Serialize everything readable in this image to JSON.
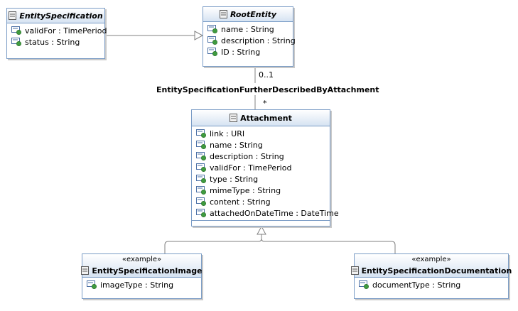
{
  "classes": {
    "entity_specification": {
      "name": "EntitySpecification",
      "attributes": [
        "validFor : TimePeriod",
        "status : String"
      ]
    },
    "root_entity": {
      "name": "RootEntity",
      "attributes": [
        "name : String",
        "description : String",
        "ID : String"
      ]
    },
    "attachment": {
      "name": "Attachment",
      "attributes": [
        "link : URI",
        "name : String",
        "description : String",
        "validFor : TimePeriod",
        "type : String",
        "mimeType : String",
        "content : String",
        "attachedOnDateTime : DateTime"
      ]
    },
    "entity_specification_image": {
      "stereotype": "«example»",
      "name": "EntitySpecificationImage",
      "attributes": [
        "imageType : String"
      ]
    },
    "entity_specification_documentation": {
      "stereotype": "«example»",
      "name": "EntitySpecificationDocumentation",
      "attributes": [
        "documentType : String"
      ]
    }
  },
  "association": {
    "name": "EntitySpecificationFurtherDescribedByAttachment",
    "source_multiplicity": "0..1",
    "target_multiplicity": "*"
  },
  "colors": {
    "border": "#7a9cc6",
    "header_gradient_end": "#d6e3f2",
    "attr_icon_green": "#3f9b3f",
    "line": "#808080"
  },
  "icons": {
    "class": "class-icon",
    "attribute": "public-attribute-icon"
  }
}
